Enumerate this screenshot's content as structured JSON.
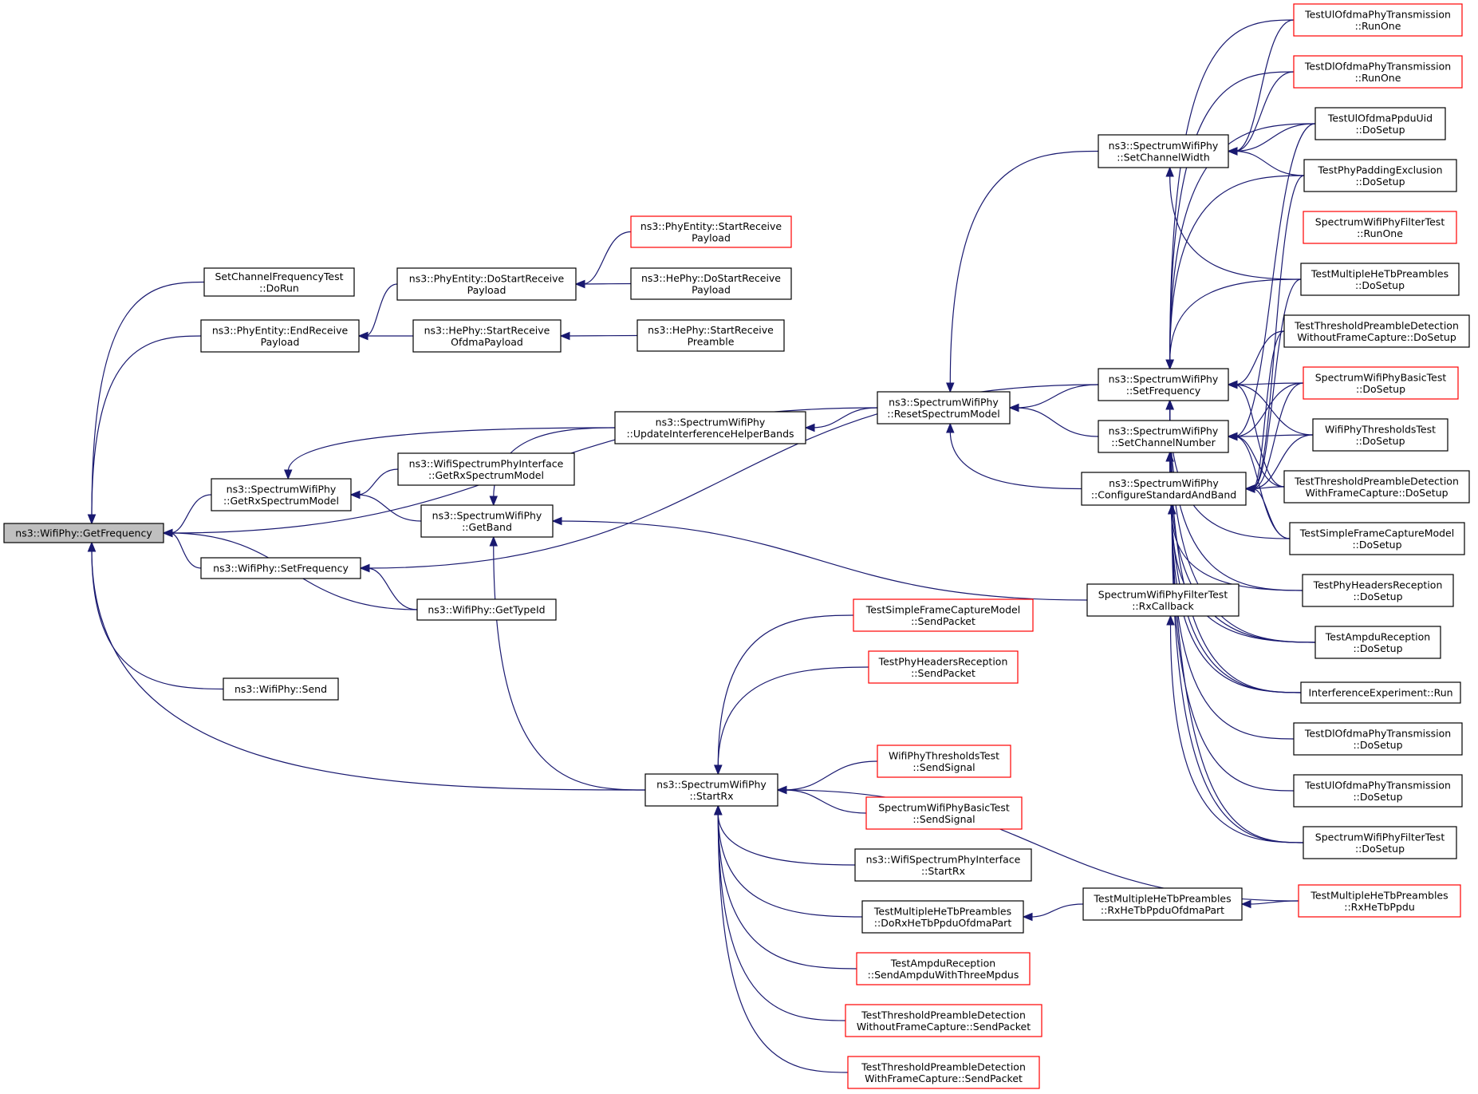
{
  "root_label": "ns3::WifiPhy::GetFrequency",
  "nodes": {
    "root": [
      "ns3::WifiPhy::GetFrequency"
    ],
    "scft": [
      "SetChannelFrequencyTest",
      "::DoRun"
    ],
    "ere": [
      "ns3::PhyEntity::EndReceive",
      "Payload"
    ],
    "grsm": [
      "ns3::SpectrumWifiPhy",
      "::GetRxSpectrumModel"
    ],
    "wsf": [
      "ns3::WifiPhy::SetFrequency"
    ],
    "send": [
      "ns3::WifiPhy::Send"
    ],
    "gti": [
      "ns3::WifiPhy::GetTypeId"
    ],
    "dsrp": [
      "ns3::PhyEntity::DoStartReceive",
      "Payload"
    ],
    "hsrop": [
      "ns3::HePhy::StartReceive",
      "OfdmaPayload"
    ],
    "wspi_grsm": [
      "ns3::WifiSpectrumPhyInterface",
      "::GetRxSpectrumModel"
    ],
    "getband": [
      "ns3::SpectrumWifiPhy",
      "::GetBand"
    ],
    "uihb": [
      "ns3::SpectrumWifiPhy",
      "::UpdateInterferenceHelperBands"
    ],
    "srp": [
      "ns3::PhyEntity::StartReceive",
      "Payload"
    ],
    "hdsrp": [
      "ns3::HePhy::DoStartReceive",
      "Payload"
    ],
    "hsrpre": [
      "ns3::HePhy::StartReceive",
      "Preamble"
    ],
    "rsm": [
      "ns3::SpectrumWifiPhy",
      "::ResetSpectrumModel"
    ],
    "startrx": [
      "ns3::SpectrumWifiPhy",
      "::StartRx"
    ],
    "sfcm_sp": [
      "TestSimpleFrameCaptureModel",
      "::SendPacket"
    ],
    "phr_sp": [
      "TestPhyHeadersReception",
      "::SendPacket"
    ],
    "wpt_ss": [
      "WifiPhyThresholdsTest",
      "::SendSignal"
    ],
    "swpbt_ss": [
      "SpectrumWifiPhyBasicTest",
      "::SendSignal"
    ],
    "wspi_srx": [
      "ns3::WifiSpectrumPhyInterface",
      "::StartRx"
    ],
    "mhtp_dorx": [
      "TestMultipleHeTbPreambles",
      "::DoRxHeTbPpduOfdmaPart"
    ],
    "ar_samp": [
      "TestAmpduReception",
      "::SendAmpduWithThreeMpdus"
    ],
    "tpd_wo_sp": [
      "TestThresholdPreambleDetection",
      "WithoutFrameCapture::SendPacket"
    ],
    "tpd_w_sp": [
      "TestThresholdPreambleDetection",
      "WithFrameCapture::SendPacket"
    ],
    "scw": [
      "ns3::SpectrumWifiPhy",
      "::SetChannelWidth"
    ],
    "sf": [
      "ns3::SpectrumWifiPhy",
      "::SetFrequency"
    ],
    "scn": [
      "ns3::SpectrumWifiPhy",
      "::SetChannelNumber"
    ],
    "csab": [
      "ns3::SpectrumWifiPhy",
      "::ConfigureStandardAndBand"
    ],
    "swpft_rxcb": [
      "SpectrumWifiPhyFilterTest",
      "::RxCallback"
    ],
    "mhtp_rxpart": [
      "TestMultipleHeTbPreambles",
      "::RxHeTbPpduOfdmaPart"
    ],
    "ul_runone": [
      "TestUlOfdmaPhyTransmission",
      "::RunOne"
    ],
    "dl_runone": [
      "TestDlOfdmaPhyTransmission",
      "::RunOne"
    ],
    "ulpu_ds": [
      "TestUlOfdmaPpduUid",
      "::DoSetup"
    ],
    "ppe_ds": [
      "TestPhyPaddingExclusion",
      "::DoSetup"
    ],
    "swpft_r1": [
      "SpectrumWifiPhyFilterTest",
      "::RunOne"
    ],
    "mhtp_ds": [
      "TestMultipleHeTbPreambles",
      "::DoSetup"
    ],
    "tpd_wo_ds": [
      "TestThresholdPreambleDetection",
      "WithoutFrameCapture::DoSetup"
    ],
    "swpbt_ds": [
      "SpectrumWifiPhyBasicTest",
      "::DoSetup"
    ],
    "wpt_ds": [
      "WifiPhyThresholdsTest",
      "::DoSetup"
    ],
    "tpd_w_ds": [
      "TestThresholdPreambleDetection",
      "WithFrameCapture::DoSetup"
    ],
    "sfcm_ds": [
      "TestSimpleFrameCaptureModel",
      "::DoSetup"
    ],
    "phr_ds": [
      "TestPhyHeadersReception",
      "::DoSetup"
    ],
    "ar_ds": [
      "TestAmpduReception",
      "::DoSetup"
    ],
    "ie_run": [
      "InterferenceExperiment::Run"
    ],
    "dl_ds": [
      "TestDlOfdmaPhyTransmission",
      "::DoSetup"
    ],
    "ul_ds": [
      "TestUlOfdmaPhyTransmission",
      "::DoSetup"
    ],
    "swpft_ds": [
      "SpectrumWifiPhyFilterTest",
      "::DoSetup"
    ],
    "mhtp_rx": [
      "TestMultipleHeTbPreambles",
      "::RxHeTbPpdu"
    ]
  },
  "red_nodes": [
    "srp",
    "sfcm_sp",
    "phr_sp",
    "wpt_sp_placeholder",
    "wpt_ss",
    "swpbt_ss",
    "ar_samp",
    "tpd_wo_sp",
    "tpd_w_sp",
    "ul_runone",
    "dl_runone",
    "swpft_r1",
    "swpbt_ds",
    "mhtp_rx"
  ],
  "colors": {
    "edge": "#191970",
    "red_border": "#ff0000",
    "root_fill": "#bfbfbf"
  }
}
